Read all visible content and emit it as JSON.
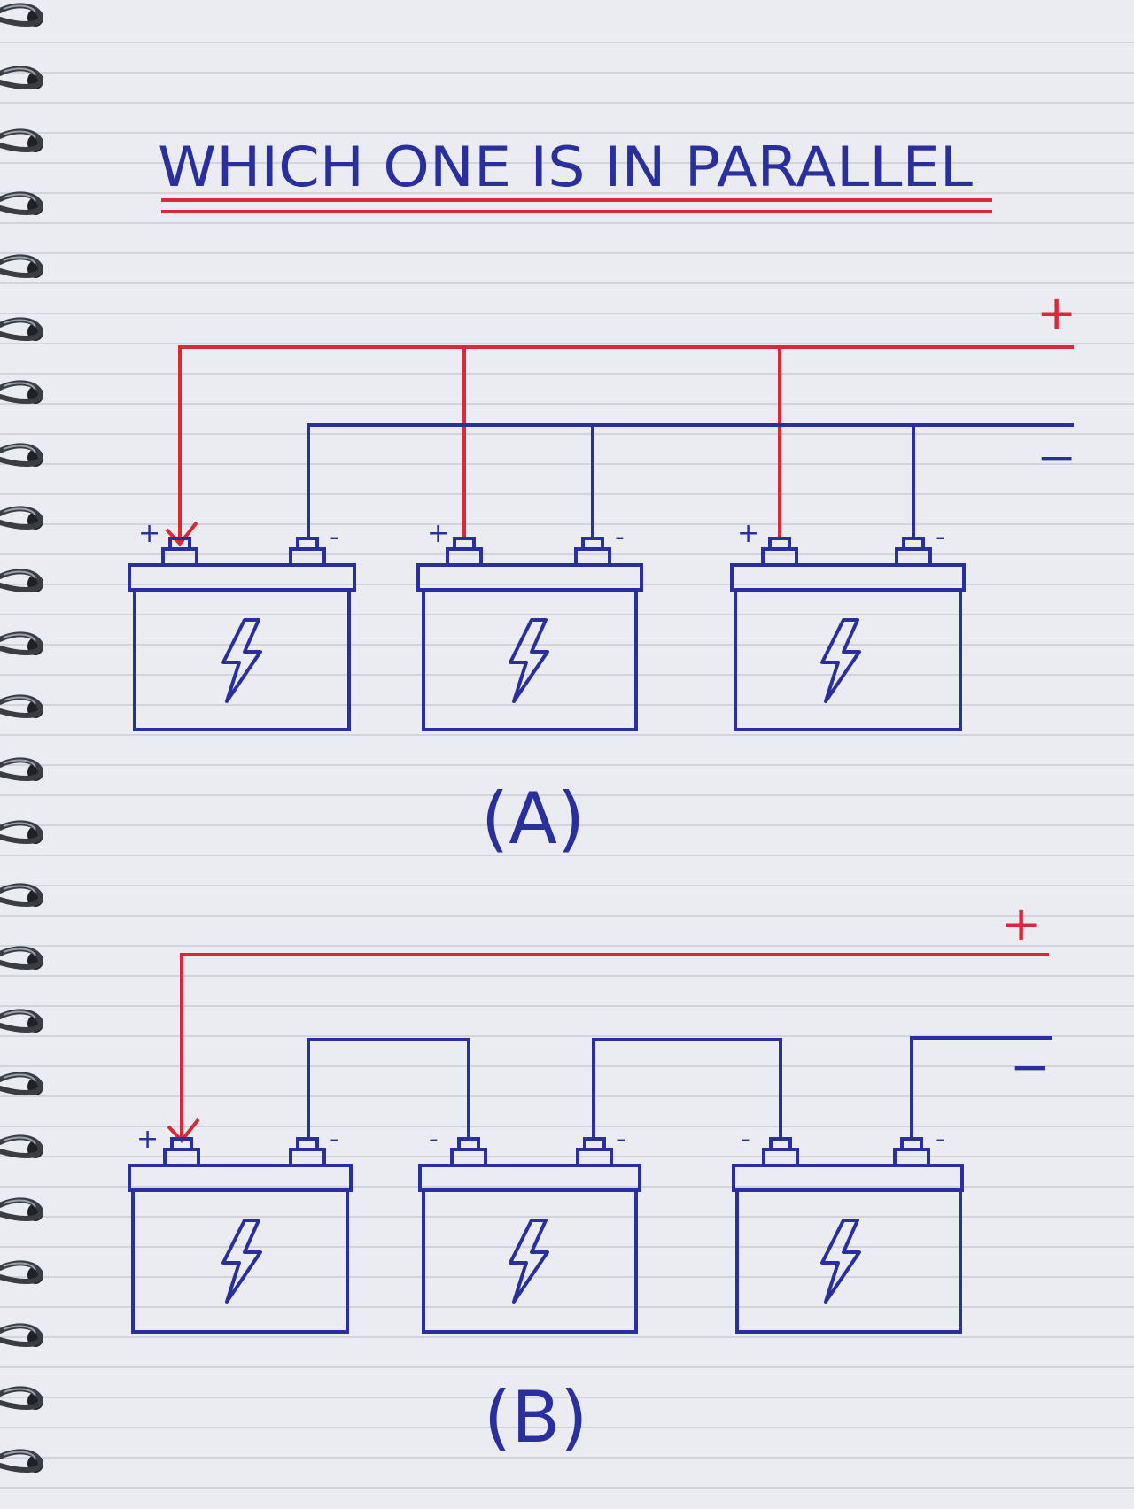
{
  "title": "WHICH ONE IS IN PARALLEL",
  "colors": {
    "paper": "#ebecf1",
    "rule_line": "#c9cbd5",
    "ink_blue": "#2a2f9e",
    "ink_red": "#d8293b",
    "spiral": "#3a3d44"
  },
  "diagrams": [
    {
      "label": "(A)",
      "rail_plus": "+",
      "rail_minus": "−",
      "wiring": "parallel",
      "batteries": [
        {
          "terminal_left": "+",
          "terminal_right": "-",
          "icon": "lightning-bolt-icon"
        },
        {
          "terminal_left": "+",
          "terminal_right": "-",
          "icon": "lightning-bolt-icon"
        },
        {
          "terminal_left": "+",
          "terminal_right": "-",
          "icon": "lightning-bolt-icon"
        }
      ]
    },
    {
      "label": "(B)",
      "rail_plus": "+",
      "rail_minus": "−",
      "wiring": "series",
      "batteries": [
        {
          "terminal_left": "+",
          "terminal_right": "-",
          "icon": "lightning-bolt-icon"
        },
        {
          "terminal_left": "-",
          "terminal_right": "-",
          "icon": "lightning-bolt-icon"
        },
        {
          "terminal_left": "-",
          "terminal_right": "-",
          "icon": "lightning-bolt-icon"
        }
      ]
    }
  ]
}
